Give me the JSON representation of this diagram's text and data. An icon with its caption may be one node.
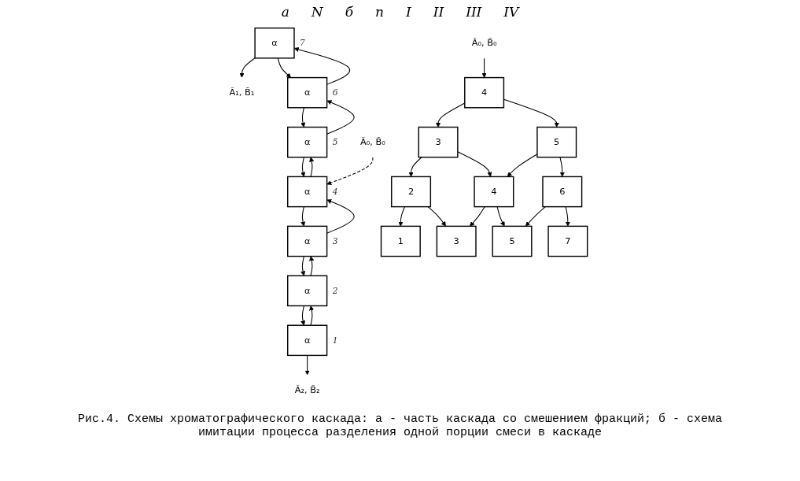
{
  "diagram": {
    "caption": "Рис.4. Схемы хроматографического каскада: а - часть каскада со смешением фракций; б - схема имитации процесса разделения одной порции смеси в каскаде",
    "nodes": [
      {
        "text": [
          "Ã₁, B̃₁"
        ]
      },
      {
        "text": [
          "α"
        ],
        "beside": [
          "7"
        ]
      },
      {
        "text": [
          "α"
        ],
        "beside": [
          "6"
        ]
      },
      {
        "text": [
          "α"
        ],
        "beside": [
          "5"
        ]
      },
      {
        "text": [
          "α"
        ],
        "beside": [
          "4"
        ]
      },
      {
        "text": [
          "α"
        ],
        "beside": [
          "3"
        ]
      },
      {
        "text": [
          "α"
        ],
        "beside": [
          "2"
        ]
      },
      {
        "text": [
          "α"
        ],
        "beside": [
          "1"
        ]
      },
      {
        "text": [
          "Ã₀, B̃₀"
        ]
      },
      {
        "text": [
          "Ã₂, B̃₂"
        ]
      },
      {
        "text": [
          "Ã₀, B̃₀"
        ]
      },
      {
        "text": [
          "4"
        ]
      },
      {
        "text": [
          "3"
        ]
      },
      {
        "text": [
          "5"
        ]
      },
      {
        "text": [
          "2"
        ]
      },
      {
        "text": [
          "4"
        ]
      },
      {
        "text": [
          "6"
        ]
      },
      {
        "text": [
          "1"
        ]
      },
      {
        "text": [
          "3"
        ]
      },
      {
        "text": [
          "5"
        ]
      },
      {
        "text": [
          "7"
        ]
      }
    ],
    "edges": [
      {
        "from": 1,
        "to": 0,
        "arrow": "to"
      },
      {
        "from": 1,
        "to": 2,
        "arrow": "to"
      },
      {
        "from": 3,
        "to": 2,
        "arrow": "to"
      },
      {
        "from": 2,
        "to": 1,
        "arrow": "to"
      },
      {
        "from": 2,
        "to": 3,
        "arrow": "to"
      },
      {
        "from": 4,
        "to": 3,
        "arrow": "to"
      },
      {
        "from": 3,
        "to": 4,
        "arrow": "to"
      },
      {
        "from": 8,
        "to": 4,
        "arrow": "to",
        "style": "dashed"
      },
      {
        "from": 5,
        "to": 4,
        "arrow": "to"
      },
      {
        "from": 4,
        "to": 5,
        "arrow": "to"
      },
      {
        "from": 6,
        "to": 5,
        "arrow": "to"
      },
      {
        "from": 5,
        "to": 6,
        "arrow": "to"
      },
      {
        "from": 7,
        "to": 6,
        "arrow": "to"
      },
      {
        "from": 6,
        "to": 7,
        "arrow": "to"
      },
      {
        "from": 7,
        "to": 9,
        "arrow": "to"
      },
      {
        "from": 10,
        "to": 11,
        "arrow": "to"
      },
      {
        "from": 11,
        "to": 12,
        "arrow": "to"
      },
      {
        "from": 11,
        "to": 13,
        "arrow": "to"
      },
      {
        "from": 12,
        "to": 14,
        "arrow": "to"
      },
      {
        "from": 12,
        "to": 15,
        "arrow": "to"
      },
      {
        "from": 13,
        "to": 15,
        "arrow": "to"
      },
      {
        "from": 13,
        "to": 16,
        "arrow": "to"
      },
      {
        "from": 14,
        "to": 17,
        "arrow": "to"
      },
      {
        "from": 14,
        "to": 18,
        "arrow": "to"
      },
      {
        "from": 15,
        "to": 18,
        "arrow": "to"
      },
      {
        "from": 15,
        "to": 19,
        "arrow": "to"
      },
      {
        "from": 16,
        "to": 19,
        "arrow": "to"
      },
      {
        "from": 16,
        "to": 20,
        "arrow": "to"
      }
    ],
    "labels": [
      "а",
      "N",
      "б",
      "n",
      "I",
      "II",
      "III",
      "IV"
    ]
  }
}
